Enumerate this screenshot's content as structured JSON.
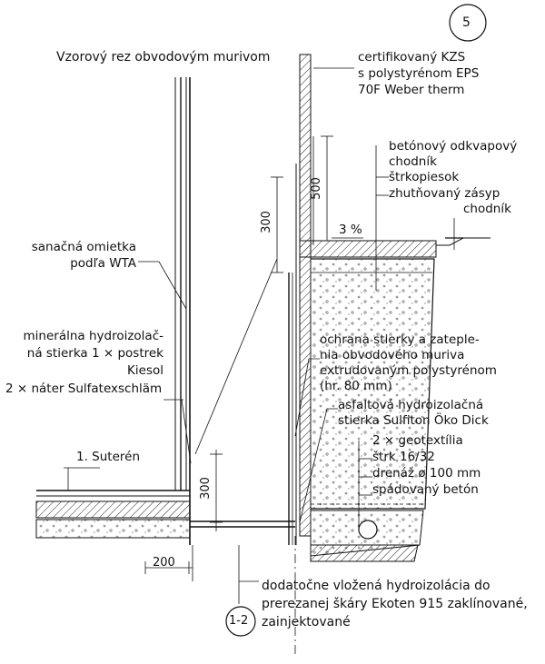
{
  "sheet": {
    "number": "5",
    "title": "Vzorový rez obvodovým murivom",
    "detail_ref": "1-2"
  },
  "labels": {
    "kzs": [
      "certifikovaný KZS",
      "s polystyrénom EPS",
      "70F Weber therm"
    ],
    "walkway": [
      "betónový odkvapový",
      "chodník"
    ],
    "gravel": "štrkopiesok",
    "backfill": "zhutňovaný zásyp",
    "path": "chodník",
    "slope": "3 %",
    "plaster": [
      "sanačná omietka",
      "podľa WTA"
    ],
    "mineral": [
      "minerálna hydroizolač-",
      "ná stierka 1 × postrek",
      "Kiesol",
      "2 × náter Sulfatexschläm"
    ],
    "protection": [
      "ochrana stierky a zateple-",
      "nia obvodového muriva",
      "extrudovaným polystyrénom",
      "(hr. 80 mm)"
    ],
    "asphalt": [
      "asfaltová hydroizolačná",
      "stierka Sulfiton Öko Dick"
    ],
    "geo": "2 × geotextília",
    "gravel2": "štrk 16/32",
    "drain": "drenáž ø 100 mm",
    "concrete": "spádovaný betón",
    "basement": "1. Suterén",
    "injection": [
      "dodatočne vložená hydroizolácia do",
      "prerezanej škáry Ekoten 915 zaklínované,",
      "zainjektované"
    ]
  },
  "dimensions": {
    "d500": "500",
    "d300_top": "300",
    "d300_bottom": "300",
    "d200": "200"
  }
}
